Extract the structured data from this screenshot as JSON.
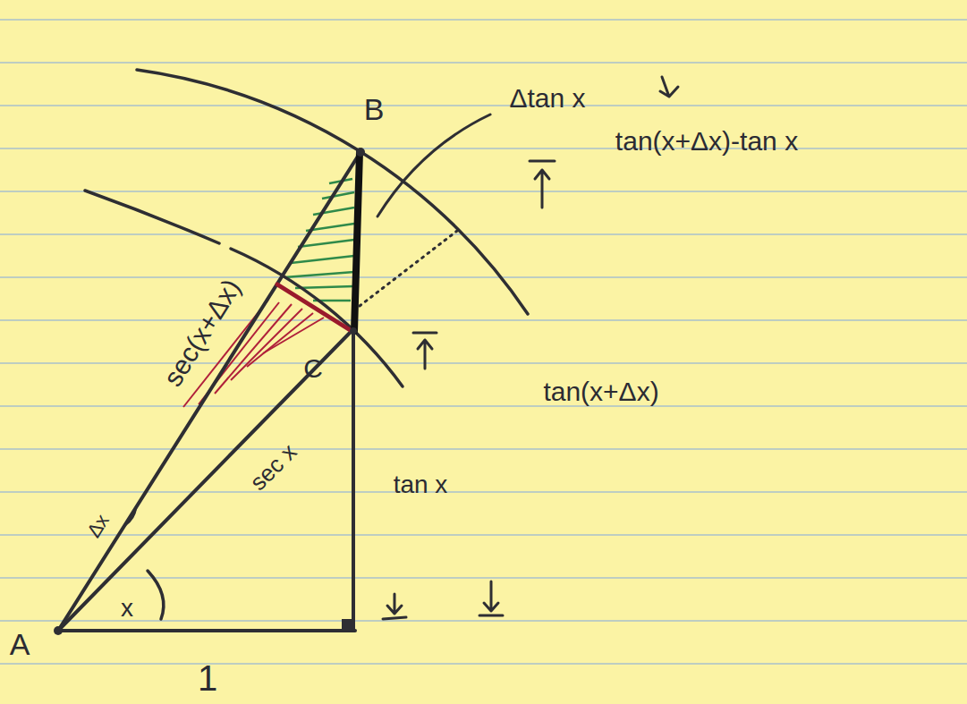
{
  "diagram": {
    "labels": [
      "Δtan x",
      "tan(x+Δx)-tan x",
      "B",
      "tan(x+Δx)",
      "C",
      "tan x",
      "sec(x+Δx)",
      "sec x",
      "Δx",
      "x",
      "A",
      "1"
    ]
  }
}
